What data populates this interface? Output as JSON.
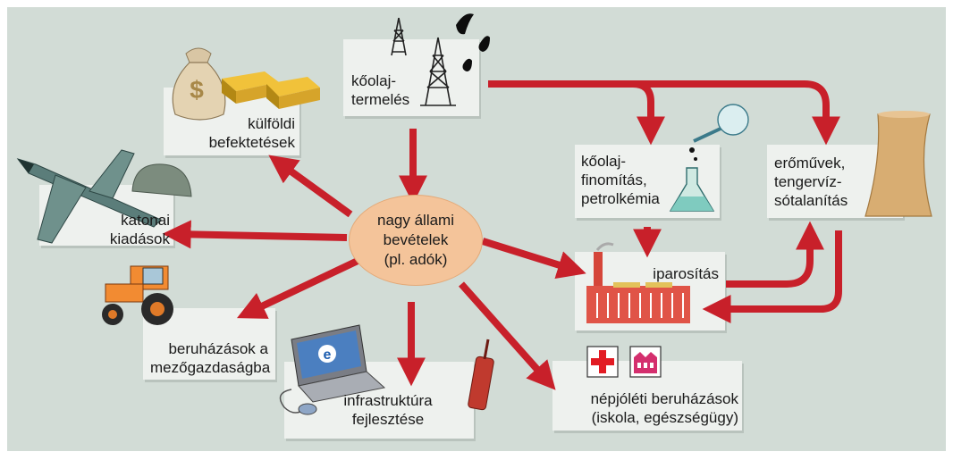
{
  "nodes": {
    "center": "nagy állami\nbevételek\n(pl. adók)",
    "oil_production": "kőolaj-\ntermelés",
    "foreign_investment": "külföldi\nbefektetések",
    "military": "katonai\nkiadások",
    "agriculture": "beruházások a\nmezőgazdaságba",
    "infrastructure": "infrastruktúra\nfejlesztése",
    "welfare": "népjóléti beruházások\n(iskola, egészségügy)",
    "industrialization": "iparosítás",
    "refining": "kőolaj-\nfinomítás,\npetrolkémia",
    "power_plants": "erőművek,\ntengervíz-\nsótalanítás"
  },
  "icons": {
    "moneybag": "$",
    "laptop": "e"
  },
  "colors": {
    "arrow": "#c8202a",
    "background": "#d2dcd6",
    "box": "#eef1ee",
    "center": "#f4c49a"
  }
}
